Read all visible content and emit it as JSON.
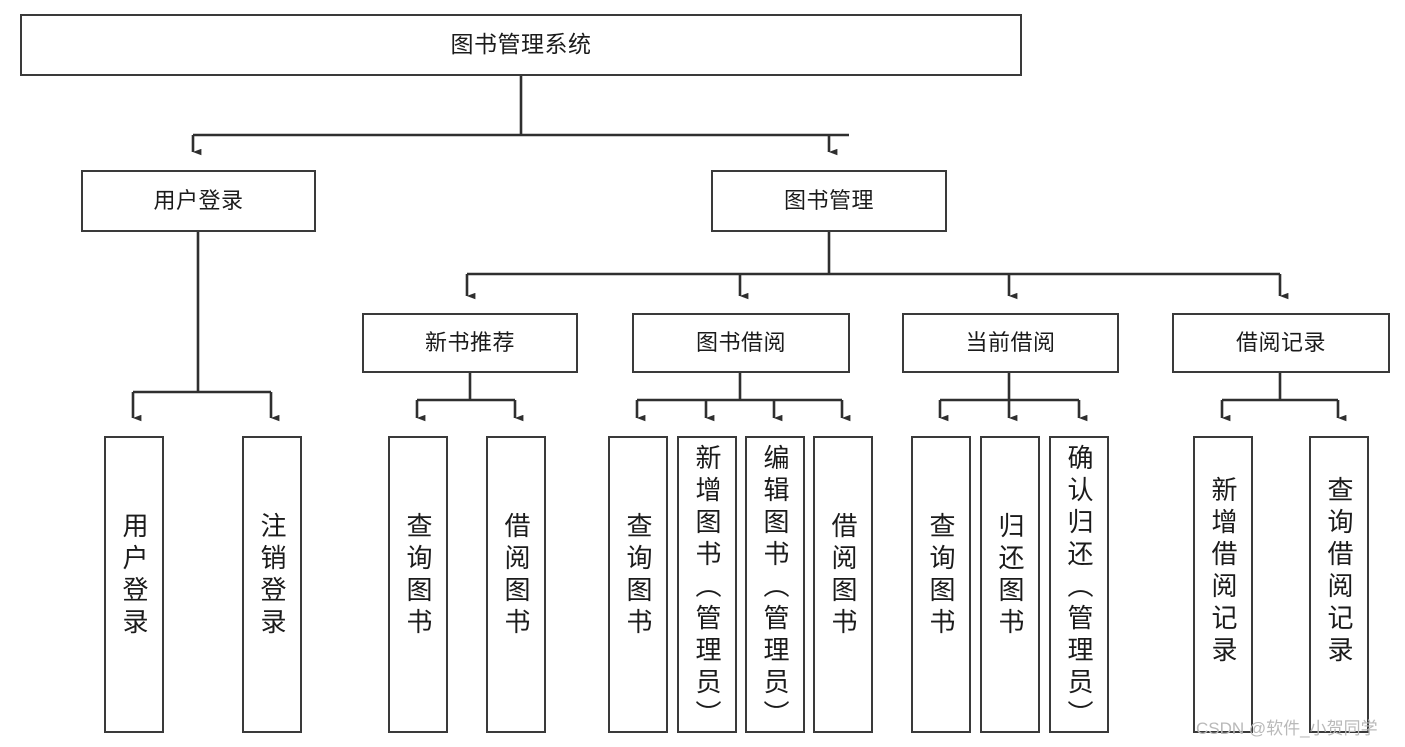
{
  "diagram": {
    "title": "图书管理系统",
    "type": "tree-hierarchy-chart",
    "watermark": "CSDN @软件_小贺同学",
    "colors": {
      "box_border": "#3a3a3a",
      "box_fill": "#ffffff",
      "edge": "#2f2f2f",
      "text": "#1b1b1b",
      "watermark": "#b9b9b9"
    },
    "levels": {
      "root": {
        "label": "图书管理系统"
      },
      "level1": [
        {
          "label": "用户登录"
        },
        {
          "label": "图书管理"
        }
      ],
      "level2": [
        {
          "label": "新书推荐"
        },
        {
          "label": "图书借阅"
        },
        {
          "label": "当前借阅"
        },
        {
          "label": "借阅记录"
        }
      ],
      "leaves": {
        "user_login": [
          {
            "label": "用户登录"
          },
          {
            "label": "注销登录"
          }
        ],
        "new_book_recommend": [
          {
            "label": "查询图书"
          },
          {
            "label": "借阅图书"
          }
        ],
        "book_borrow": [
          {
            "label": "查询图书"
          },
          {
            "label": "新增图书（管理员）"
          },
          {
            "label": "编辑图书（管理员）"
          },
          {
            "label": "借阅图书"
          }
        ],
        "current_borrow": [
          {
            "label": "查询图书"
          },
          {
            "label": "归还图书"
          },
          {
            "label": "确认归还（管理员）"
          }
        ],
        "borrow_record": [
          {
            "label": "新增借阅记录"
          },
          {
            "label": "查询借阅记录"
          }
        ]
      }
    }
  }
}
